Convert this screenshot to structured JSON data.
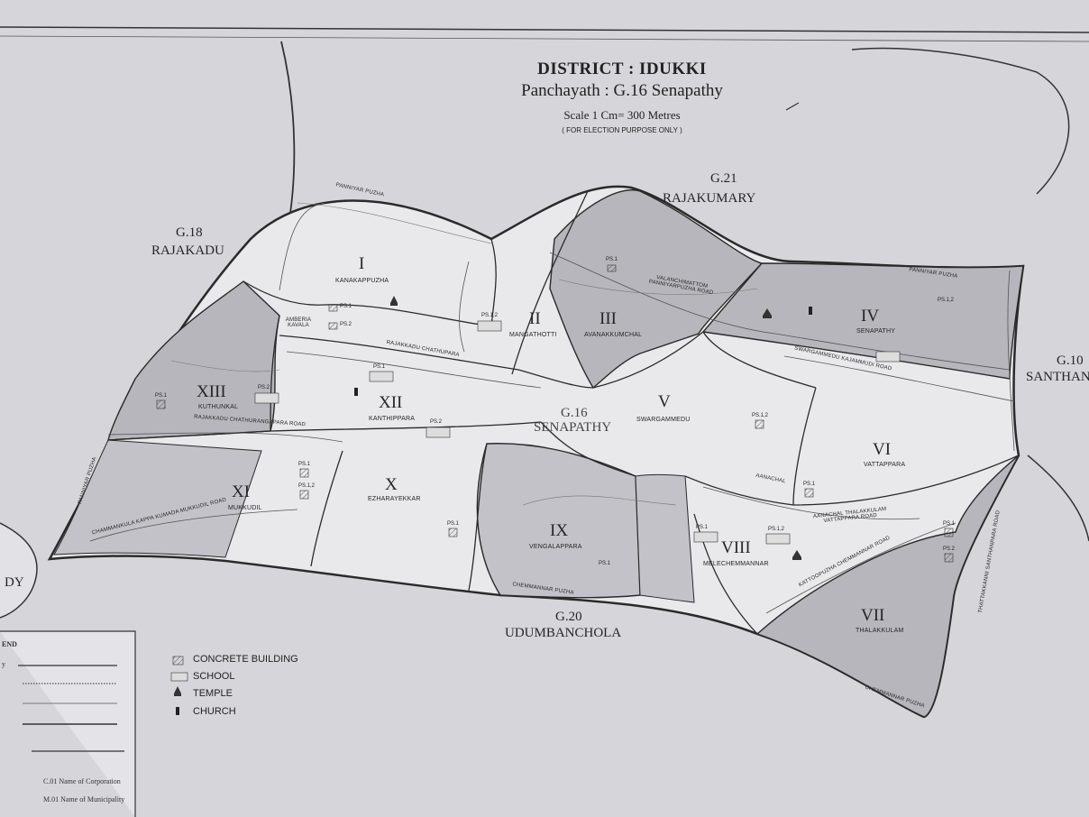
{
  "header": {
    "district": "DISTRICT : IDUKKI",
    "panchayath": "Panchayath : G.16 Senapathy",
    "scale": "Scale 1 Cm= 300 Metres",
    "note": "( FOR ELECTION PURPOSE ONLY )"
  },
  "neighbours": {
    "north_code": "G.21",
    "north_name": "RAJAKUMARY",
    "west_code": "G.18",
    "west_name": "RAJAKADU",
    "south_code": "G.20",
    "south_name": "UDUMBANCHOLA",
    "east_code": "G.10",
    "east_name": "SANTHAN",
    "southwest_fragment": "DY"
  },
  "centre": {
    "code": "G.16",
    "name": "SENAPATHY"
  },
  "wards": [
    {
      "numeral": "I",
      "name": "KANAKAPPUZHA"
    },
    {
      "numeral": "II",
      "name": "MANGATHOTTI"
    },
    {
      "numeral": "III",
      "name": "AVANAKKUMCHAL"
    },
    {
      "numeral": "IV",
      "name": "SENAPATHY"
    },
    {
      "numeral": "V",
      "name": "SWARGAMMEDU"
    },
    {
      "numeral": "VI",
      "name": "VATTAPPARA"
    },
    {
      "numeral": "VII",
      "name": "THALAKKULAM"
    },
    {
      "numeral": "VIII",
      "name": "MELECHEMMANNAR"
    },
    {
      "numeral": "IX",
      "name": "VENGALAPPARA"
    },
    {
      "numeral": "X",
      "name": "EZHARAYEKKAR"
    },
    {
      "numeral": "XI",
      "name": "MUKKUDIL"
    },
    {
      "numeral": "XII",
      "name": "KANTHIPPARA"
    },
    {
      "numeral": "XIII",
      "name": "KUTHUNKAL"
    }
  ],
  "roads": {
    "north_river": "PANNIYAR PUZHA",
    "north_river_east": "PANNIYAR PUZHA",
    "west_river": "PANNIYAR PUZHA",
    "south_river": "CHEMMANNAR PUZHA",
    "southeast_river": "CHEMMANNAR PUZHA",
    "amberia": "AMBERIA KAVALA",
    "rajakkadu_chathupara": "RAJAKKADU CHATHUPARA",
    "valanchimattam": "VALANCHIMATTOM PANNIYARPUZHA ROAD",
    "rajakkadu_chathurangapara": "RAJAKKADU CHATHURANGAPARA ROAD",
    "rajakkadu_mukkudil": "CHAMMANKULA KAPPA KUMADA MUKKUDIL ROAD",
    "swargammedu": "SWARGAMMEDU KAJAMMUDI ROAD",
    "aanachal": "AANACHAL",
    "thalakkulam": "AANACHAL THALAKKULAM VATTAPPARA ROAD",
    "kattoopuzha": "KATTOOPUZHA CHEMMANNAR ROAD",
    "east_road": "THATTAKKANNI SANTHANPARA ROAD"
  },
  "polling_labels": [
    "PS.1",
    "PS.2",
    "PS.1,2",
    "PS.1",
    "PS.1,2",
    "PS.1",
    "PS.2",
    "PS.1",
    "PS.2",
    "PS.1",
    "PS.1,2",
    "PS.1",
    "PS.1",
    "PS.1,2",
    "PS.1",
    "PS.1",
    "PS.2",
    "PS.1,2",
    "PS.1"
  ],
  "legend": {
    "title": "END",
    "items": [
      {
        "icon": "concrete-building-icon",
        "label": "CONCRETE BUILDING"
      },
      {
        "icon": "school-icon",
        "label": "SCHOOL"
      },
      {
        "icon": "temple-icon",
        "label": "TEMPLE"
      },
      {
        "icon": "church-icon",
        "label": "CHURCH"
      }
    ],
    "line_types": [
      "y"
    ],
    "corporation": "C.01 Name of Corporation",
    "municipality": "M.01 Name of Municipality"
  },
  "colors": {
    "background": "#dcdce0",
    "light_fill": "#e9e9ec",
    "dark_fill": "#b6b6bc",
    "border": "#2a2a2a"
  }
}
